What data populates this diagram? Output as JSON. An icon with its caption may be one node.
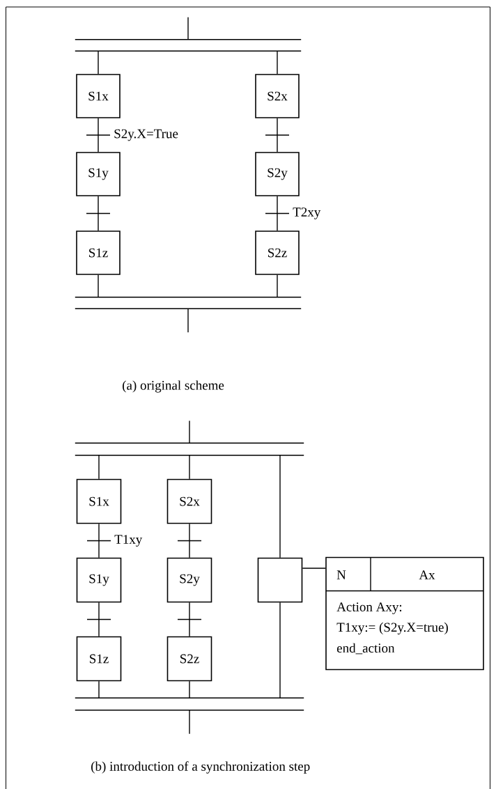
{
  "diagram": {
    "nodes": [
      {
        "text": [],
        "shape": "bar"
      },
      {
        "text": [
          "S1x"
        ]
      },
      {
        "text": [
          "S1y"
        ]
      },
      {
        "text": [
          "S1z"
        ]
      },
      {
        "text": [
          "S2x"
        ]
      },
      {
        "text": [
          "S2y"
        ]
      },
      {
        "text": [
          "S2z"
        ]
      },
      {
        "text": [],
        "shape": "bar"
      },
      {
        "text": [],
        "shape": "bar"
      },
      {
        "text": [
          "S1x"
        ]
      },
      {
        "text": [
          "S1y"
        ]
      },
      {
        "text": [
          "S1z"
        ]
      },
      {
        "text": [
          "S2x"
        ]
      },
      {
        "text": [
          "S2y"
        ]
      },
      {
        "text": [
          "S2z"
        ]
      },
      {
        "text": [],
        "shape": "box"
      },
      {
        "text": [
          "N",
          "Ax",
          "Action Axy:",
          "T1xy:= (S2y.X=true)",
          "end_action"
        ]
      },
      {
        "text": [],
        "shape": "bar"
      }
    ],
    "edges": [
      {
        "from": null,
        "to": 0,
        "arrow": "none"
      },
      {
        "from": 0,
        "to": 1,
        "arrow": "none"
      },
      {
        "from": 0,
        "to": 4,
        "arrow": "none"
      },
      {
        "from": 1,
        "to": 2,
        "arrow": "none",
        "label": "S2y.X=True"
      },
      {
        "from": 2,
        "to": 3,
        "arrow": "none"
      },
      {
        "from": 4,
        "to": 5,
        "arrow": "none"
      },
      {
        "from": 5,
        "to": 6,
        "arrow": "none",
        "label": "T2xy"
      },
      {
        "from": 3,
        "to": 7,
        "arrow": "none"
      },
      {
        "from": 6,
        "to": 7,
        "arrow": "none"
      },
      {
        "from": 7,
        "to": null,
        "arrow": "none"
      },
      {
        "from": null,
        "to": 8,
        "arrow": "none"
      },
      {
        "from": 8,
        "to": 9,
        "arrow": "none"
      },
      {
        "from": 8,
        "to": 12,
        "arrow": "none"
      },
      {
        "from": 8,
        "to": 15,
        "arrow": "none"
      },
      {
        "from": 9,
        "to": 10,
        "arrow": "none",
        "label": "T1xy"
      },
      {
        "from": 10,
        "to": 11,
        "arrow": "none"
      },
      {
        "from": 12,
        "to": 13,
        "arrow": "none"
      },
      {
        "from": 13,
        "to": 14,
        "arrow": "none"
      },
      {
        "from": 15,
        "to": 16,
        "arrow": "none"
      },
      {
        "from": 11,
        "to": 17,
        "arrow": "none"
      },
      {
        "from": 14,
        "to": 17,
        "arrow": "none"
      },
      {
        "from": 15,
        "to": 17,
        "arrow": "none"
      },
      {
        "from": 17,
        "to": null,
        "arrow": "none"
      }
    ],
    "labels": [
      "(a) original scheme",
      "(b) introduction of a synchronization step"
    ]
  }
}
